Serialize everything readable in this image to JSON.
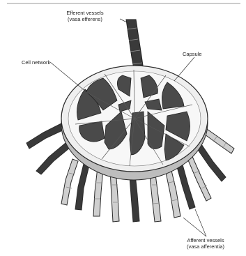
{
  "labels": {
    "efferent_line1": "Efferent vessels",
    "efferent_line2": "(vasa efferens)",
    "capsule": "Capsule",
    "cell_network": "Cell network",
    "afferent_line1": "Afferent vessels",
    "afferent_line2": "(vasa afferentia)"
  },
  "colors": {
    "vessel_dark": "#3a3a3a",
    "vessel_light": "#cfcfcf",
    "lobule_dark": "#4a4a4a",
    "capsule_fill": "#efefef",
    "outline": "#2a2a2a"
  }
}
